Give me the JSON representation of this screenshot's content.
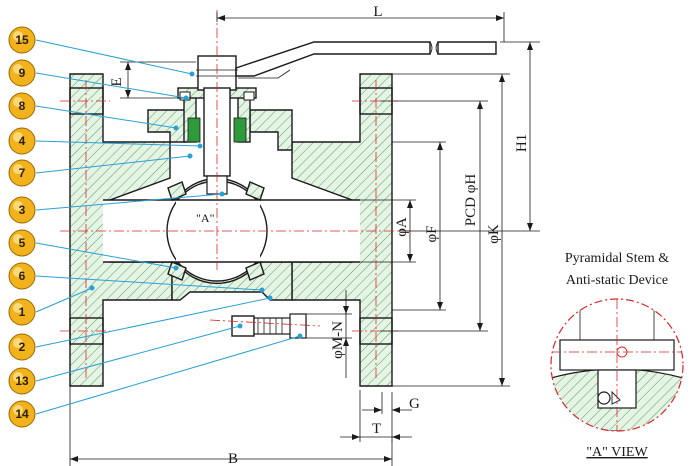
{
  "callouts": [
    "15",
    "9",
    "8",
    "4",
    "7",
    "3",
    "5",
    "6",
    "1",
    "2",
    "13",
    "14"
  ],
  "dimensions": {
    "L": "L",
    "E": "E",
    "H1": "H1",
    "A": "φA",
    "F": "φF",
    "H": "PCD φH",
    "K": "φK",
    "MN": "φM-N",
    "G": "G",
    "T": "T",
    "B": "B"
  },
  "view_marker": "\"A\"",
  "detail": {
    "caption_line1": "Pyramidal Stem &",
    "caption_line2": "Anti-static Device",
    "view_label": "\"A\" VIEW"
  },
  "colors": {
    "hatch_fill": "#e6f4e6",
    "hatch_line": "#3a9a4a",
    "callout_fill": "#f2b21c",
    "leader": "#2a9fd6",
    "center_line": "#d9262b",
    "gasket": "#2e9a3c"
  }
}
